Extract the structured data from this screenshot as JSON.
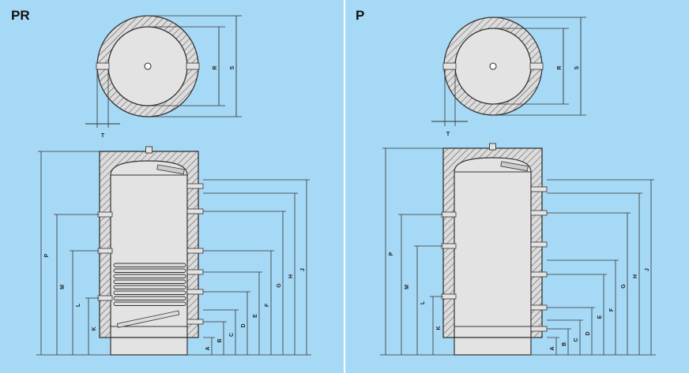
{
  "panels": [
    {
      "id": "pr",
      "title": "PR",
      "has_coil": true,
      "top_view": {
        "radius_label": "R",
        "outer_label": "S",
        "wall_label": "T"
      },
      "height_labels": [
        "A",
        "B",
        "C",
        "D",
        "E",
        "F",
        "G",
        "H",
        "J"
      ],
      "left_labels": [
        "P",
        "M",
        "L",
        "K"
      ]
    },
    {
      "id": "p",
      "title": "P",
      "has_coil": false,
      "top_view": {
        "radius_label": "R",
        "outer_label": "S",
        "wall_label": "T"
      },
      "height_labels": [
        "A",
        "B",
        "C",
        "D",
        "E",
        "F",
        "G",
        "H",
        "J"
      ],
      "left_labels": [
        "P",
        "M",
        "L",
        "K"
      ]
    }
  ],
  "colors": {
    "background": "#a6d9f5",
    "divider": "#ffffff",
    "insulation": "#dcdcdc",
    "tank": "#e3e3e3",
    "outline": "#333333",
    "hatch": "#555555"
  }
}
